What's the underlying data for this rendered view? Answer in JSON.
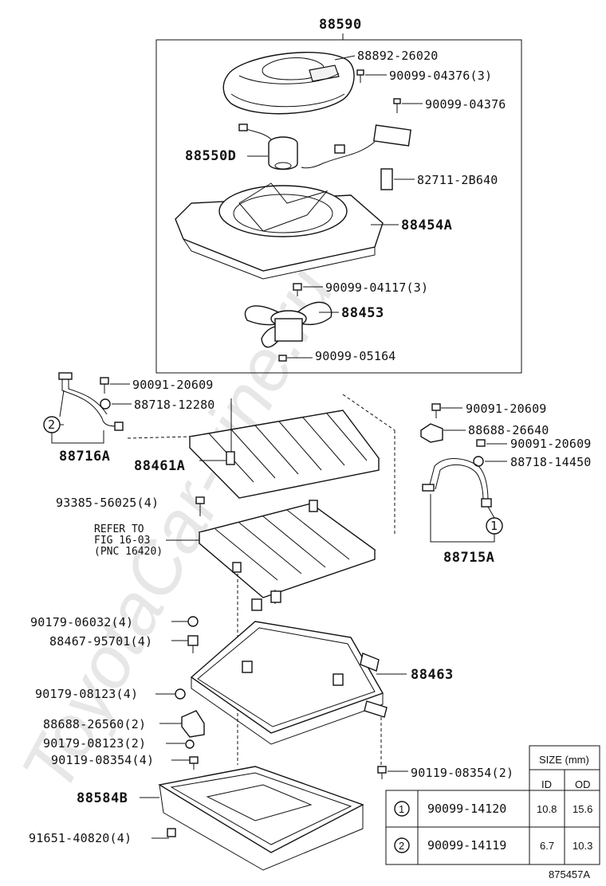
{
  "assembly_label": "88590",
  "figure_id": "875457A",
  "watermark": "ToyotaCar-vine.ru",
  "callouts": [
    {
      "id": "c1",
      "text": "88892-26020"
    },
    {
      "id": "c2",
      "text": "90099-04376(3)"
    },
    {
      "id": "c3",
      "text": "90099-04376"
    },
    {
      "id": "c4",
      "text": "88550D"
    },
    {
      "id": "c5",
      "text": "82711-2B640"
    },
    {
      "id": "c6",
      "text": "88454A"
    },
    {
      "id": "c7",
      "text": "90099-04117(3)"
    },
    {
      "id": "c8",
      "text": "88453"
    },
    {
      "id": "c9",
      "text": "90099-05164"
    },
    {
      "id": "c10",
      "text": "90091-20609"
    },
    {
      "id": "c11",
      "text": "88718-12280"
    },
    {
      "id": "c12",
      "text": "88716A"
    },
    {
      "id": "c13",
      "text": "88461A"
    },
    {
      "id": "c14",
      "text": "90091-20609"
    },
    {
      "id": "c15",
      "text": "88688-26640"
    },
    {
      "id": "c16",
      "text": "90091-20609"
    },
    {
      "id": "c17",
      "text": "88718-14450"
    },
    {
      "id": "c18",
      "text": "93385-56025(4)"
    },
    {
      "id": "c19",
      "text": "88715A"
    },
    {
      "id": "c20",
      "text": "90179-06032(4)"
    },
    {
      "id": "c21",
      "text": "88467-95701(4)"
    },
    {
      "id": "c22",
      "text": "88463"
    },
    {
      "id": "c23",
      "text": "90179-08123(4)"
    },
    {
      "id": "c24",
      "text": "88688-26560(2)"
    },
    {
      "id": "c25",
      "text": "90179-08123(2)"
    },
    {
      "id": "c26",
      "text": "90119-08354(4)"
    },
    {
      "id": "c27",
      "text": "90119-08354(2)"
    },
    {
      "id": "c28",
      "text": "88584B"
    },
    {
      "id": "c29",
      "text": "91651-40820(4)"
    }
  ],
  "refer_note": {
    "line1": "REFER TO",
    "line2": "FIG 16-03",
    "line3": "(PNC 16420)"
  },
  "markers": {
    "one": "1",
    "two": "2"
  },
  "size_table": {
    "header": "SIZE (mm)",
    "col_id": "ID",
    "col_od": "OD",
    "rows": [
      {
        "marker": "1",
        "part": "90099-14120",
        "id": "10.8",
        "od": "15.6"
      },
      {
        "marker": "2",
        "part": "90099-14119",
        "id": "6.7",
        "od": "10.3"
      }
    ]
  }
}
